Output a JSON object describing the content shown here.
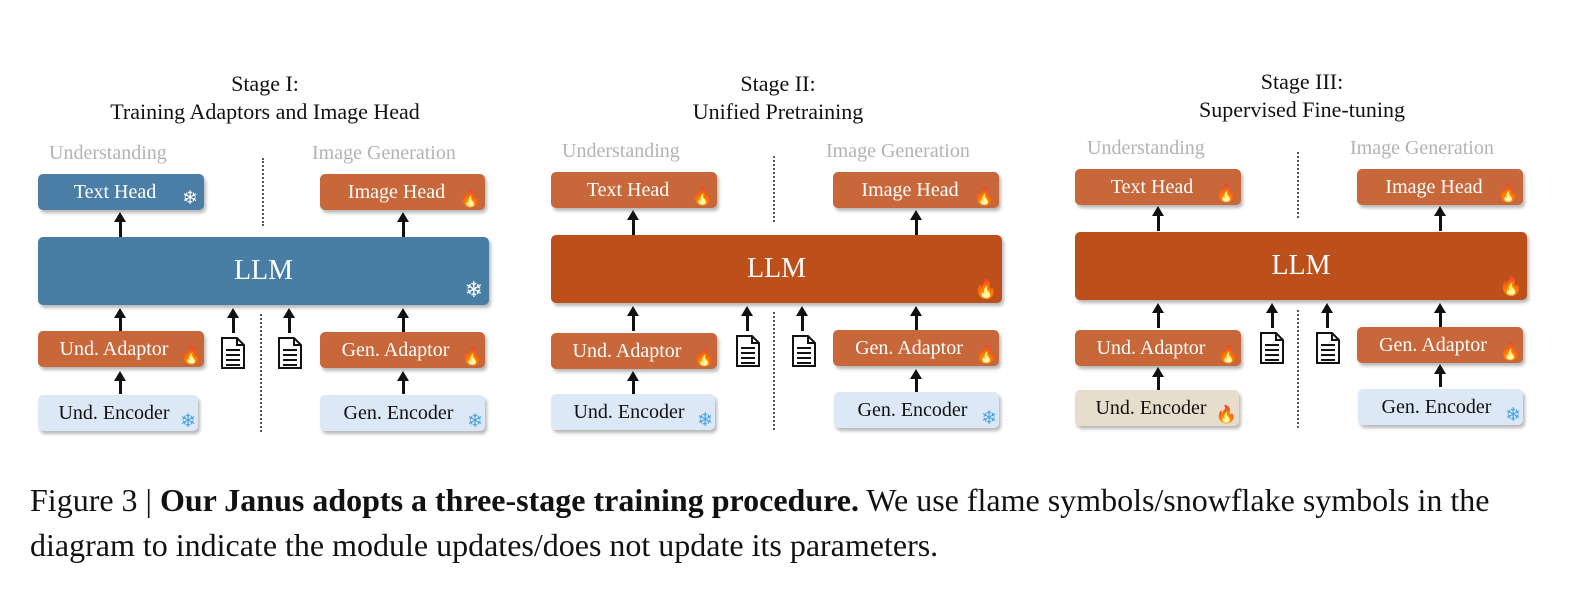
{
  "stages": [
    {
      "title_line1": "Stage I:",
      "title_line2": "Training Adaptors and Image Head",
      "understanding_label": "Understanding",
      "generation_label": "Image Generation",
      "text_head": "Text Head",
      "image_head": "Image Head",
      "llm": "LLM",
      "und_adaptor": "Und. Adaptor",
      "gen_adaptor": "Gen. Adaptor",
      "und_encoder": "Und. Encoder",
      "gen_encoder": "Gen. Encoder"
    },
    {
      "title_line1": "Stage II:",
      "title_line2": "Unified Pretraining",
      "understanding_label": "Understanding",
      "generation_label": "Image Generation",
      "text_head": "Text Head",
      "image_head": "Image Head",
      "llm": "LLM",
      "und_adaptor": "Und. Adaptor",
      "gen_adaptor": "Gen. Adaptor",
      "und_encoder": "Und. Encoder",
      "gen_encoder": "Gen. Encoder"
    },
    {
      "title_line1": "Stage III:",
      "title_line2": "Supervised Fine-tuning",
      "understanding_label": "Understanding",
      "generation_label": "Image Generation",
      "text_head": "Text Head",
      "image_head": "Image Head",
      "llm": "LLM",
      "und_adaptor": "Und. Adaptor",
      "gen_adaptor": "Gen. Adaptor",
      "und_encoder": "Und. Encoder",
      "gen_encoder": "Gen. Encoder"
    }
  ],
  "caption": {
    "figure_label": "Figure 3 | ",
    "bold_text": "Our Janus adopts a three-stage training procedure.",
    "rest_text": " We use flame symbols/snowflake symbols in the diagram to indicate the module updates/does not update its parameters."
  },
  "icons": {
    "flame": "flame-icon",
    "snowflake": "snowflake-icon",
    "document": "document-icon"
  },
  "colors": {
    "orange_box": "#c8673a",
    "llm_orange": "#bd4f1b",
    "llm_blue": "#497ea4",
    "encoder_light": "#dce8f6",
    "encoder_tan": "#e7ddcc"
  }
}
